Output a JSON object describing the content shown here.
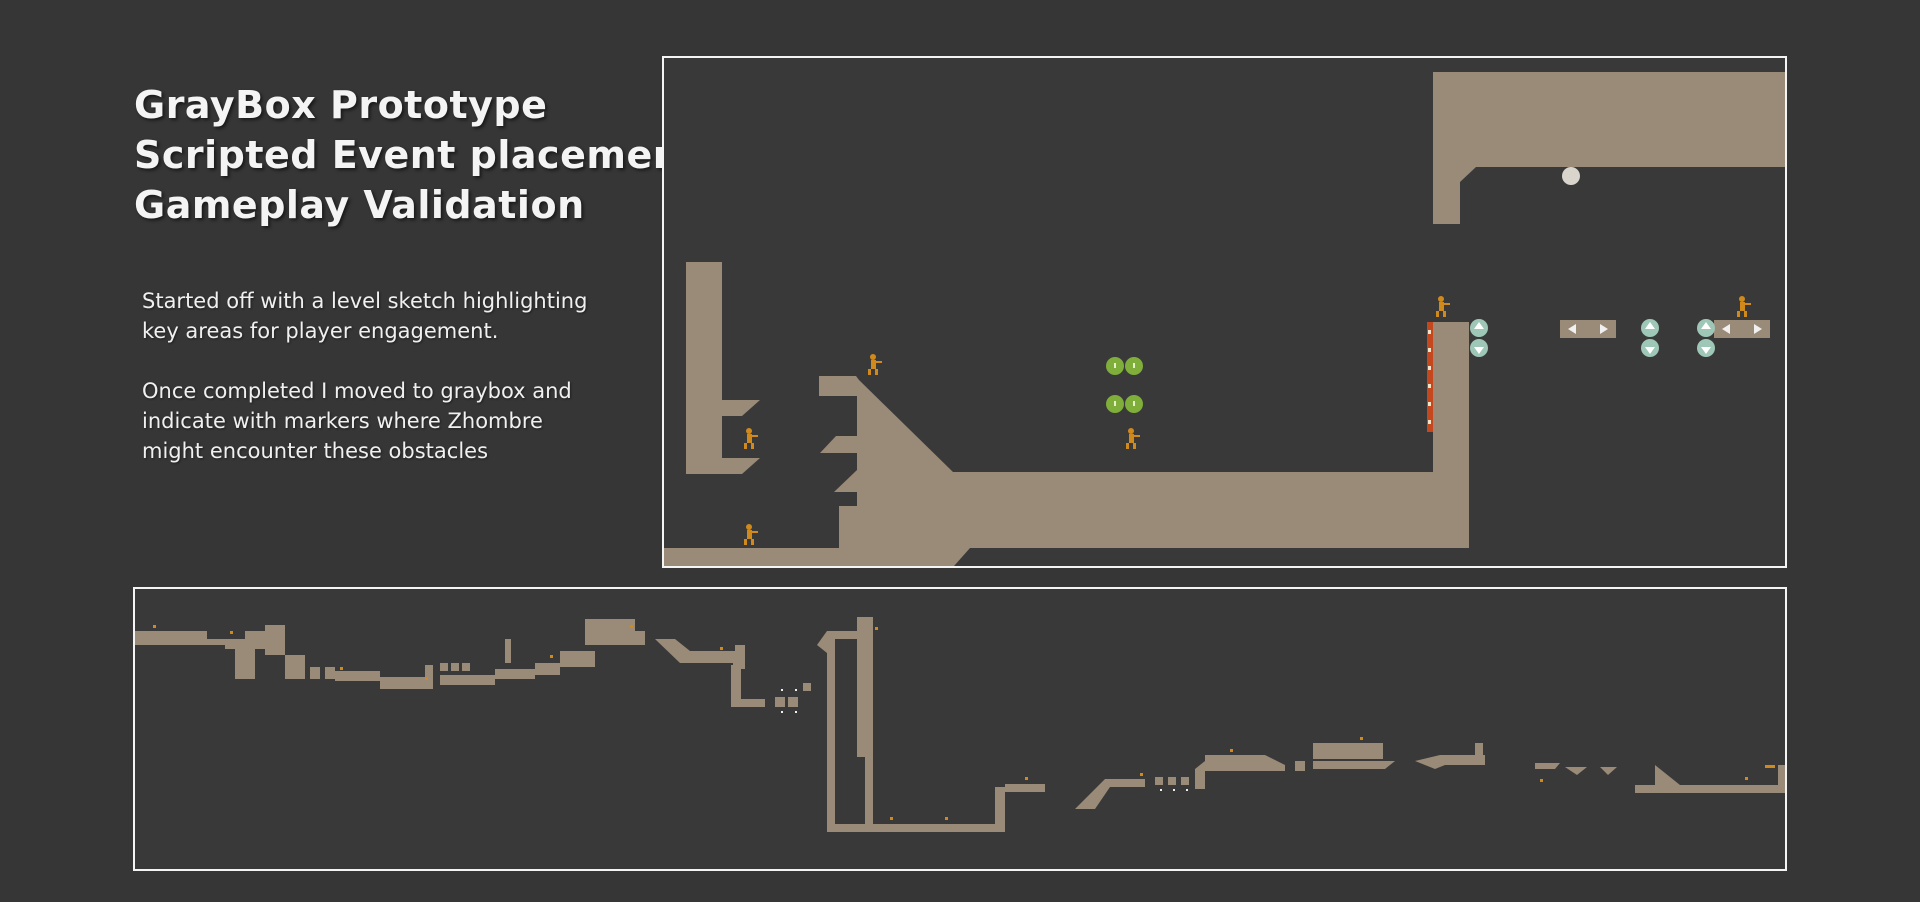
{
  "title_lines": [
    "GrayBox Prototype",
    "Scripted Event placements",
    "Gameplay Validation"
  ],
  "description": {
    "paragraph_1": "Started off with a level sketch highlighting\nkey areas for player engagement.",
    "paragraph_2": "Once completed I moved to graybox and\nindicate with markers where  Zhombre\nmight encounter these obstacles"
  },
  "colors": {
    "background": "#363636",
    "frame_border": "#f4f4f4",
    "terrain": "#9a8a78",
    "marker_orange": "#d08a1c",
    "hazard_red": "#c4471d",
    "pickup_green": "#7fae3a",
    "elevator_teal": "#9fc7b7"
  },
  "icons": {
    "enemy_marker": "zombie-figure-icon",
    "pickup": "green-orb-icon",
    "elevator": "up-down-arrow-icon",
    "moving_platform": "left-right-arrow-icon",
    "checkpoint": "orb-icon"
  }
}
